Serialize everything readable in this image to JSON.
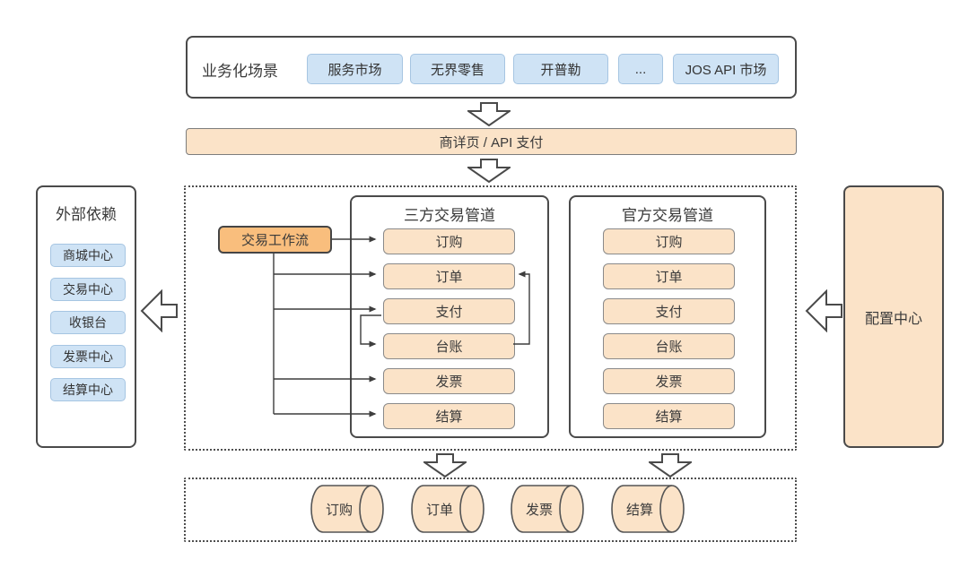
{
  "colors": {
    "blue_fill": "#cfe3f5",
    "blue_border": "#a6c5e2",
    "peach_fill": "#fbe3c8",
    "workflow_fill": "#f9be7d",
    "border_dark": "#4a4a4a",
    "line_color": "#3d3d3d"
  },
  "top_section": {
    "title": "业务化场景",
    "scenarios": [
      "服务市场",
      "无界零售",
      "开普勒",
      "...",
      "JOS API 市场"
    ]
  },
  "pay_bar": {
    "label": "商详页 / API 支付"
  },
  "external": {
    "title": "外部依赖",
    "items": [
      "商城中心",
      "交易中心",
      "收银台",
      "发票中心",
      "结算中心"
    ]
  },
  "workflow": {
    "label": "交易工作流"
  },
  "third_party_pipeline": {
    "title": "三方交易管道",
    "stages": [
      "订购",
      "订单",
      "支付",
      "台账",
      "发票",
      "结算"
    ]
  },
  "official_pipeline": {
    "title": "官方交易管道",
    "stages": [
      "订购",
      "订单",
      "支付",
      "台账",
      "发票",
      "结算"
    ]
  },
  "config_center": {
    "label": "配置中心"
  },
  "storage": {
    "items": [
      "订购",
      "订单",
      "发票",
      "结算"
    ]
  }
}
